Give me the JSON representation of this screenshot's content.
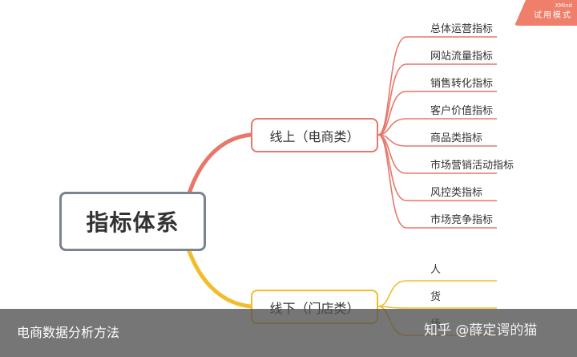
{
  "badge": {
    "brand": "XMind",
    "mode": "试用模式"
  },
  "root": {
    "label": "指标体系"
  },
  "branches": [
    {
      "label": "线上（电商类）",
      "color": "#e8776a",
      "leaves": [
        "总体运营指标",
        "网站流量指标",
        "销售转化指标",
        "客户价值指标",
        "商品类指标",
        "市场营销活动指标",
        "风控类指标",
        "市场竞争指标"
      ]
    },
    {
      "label": "线下（门店类）",
      "color": "#f2bd2b",
      "leaves": [
        "人",
        "货",
        "场"
      ]
    }
  ],
  "caption": {
    "text": "电商数据分析方法"
  },
  "watermark": {
    "text": "知乎 @薛定谔的猫"
  }
}
